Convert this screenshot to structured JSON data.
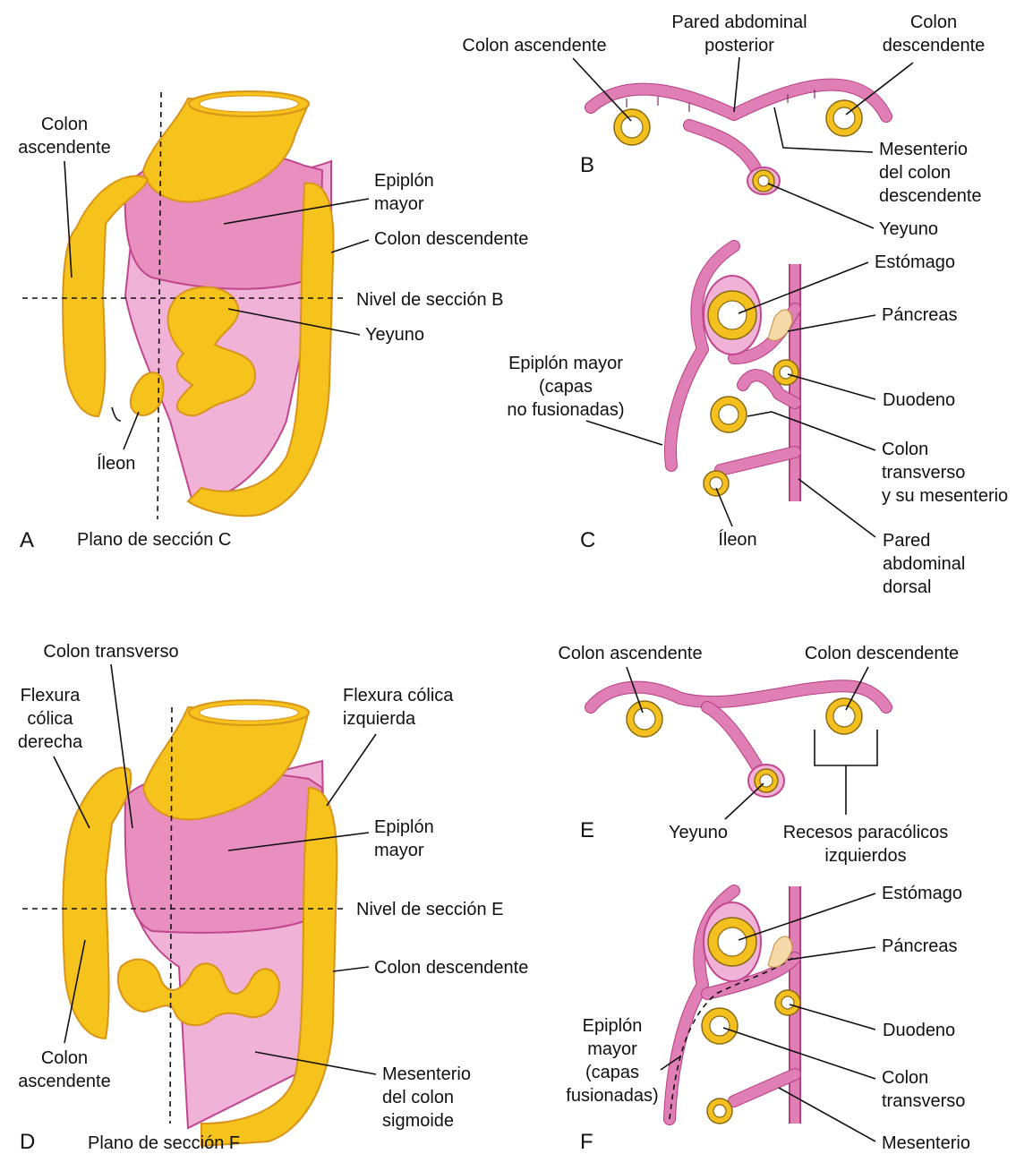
{
  "panels": {
    "A": "A",
    "B": "B",
    "C": "C",
    "D": "D",
    "E": "E",
    "F": "F"
  },
  "panel_a": {
    "colon_ascendente": [
      "Colon",
      "ascendente"
    ],
    "epiplon_mayor": [
      "Epiplón",
      "mayor"
    ],
    "colon_descendente": "Colon descendente",
    "nivel_seccion": "Nivel de sección B",
    "yeyuno": "Yeyuno",
    "ileon": "Íleon",
    "plano_seccion": "Plano de sección C"
  },
  "panel_b": {
    "colon_ascendente": "Colon ascendente",
    "pared_abdominal_posterior": [
      "Pared abdominal",
      "posterior"
    ],
    "colon_descendente": [
      "Colon",
      "descendente"
    ],
    "mesenterio_colon_descendente": [
      "Mesenterio",
      "del colon",
      "descendente"
    ],
    "yeyuno": "Yeyuno"
  },
  "panel_c": {
    "estomago": "Estómago",
    "pancreas": "Páncreas",
    "epiplon_mayor": [
      "Epiplón mayor",
      "(capas",
      "no fusionadas)"
    ],
    "duodeno": "Duodeno",
    "colon_transverso": [
      "Colon",
      "transverso",
      "y su mesenterio"
    ],
    "ileon": "Íleon",
    "pared_abdominal_dorsal": [
      "Pared",
      "abdominal",
      "dorsal"
    ]
  },
  "panel_d": {
    "colon_transverso": "Colon transverso",
    "flexura_derecha": [
      "Flexura",
      "cólica",
      "derecha"
    ],
    "flexura_izquierda": [
      "Flexura cólica",
      "izquierda"
    ],
    "epiplon_mayor": [
      "Epiplón",
      "mayor"
    ],
    "nivel_seccion": "Nivel de sección E",
    "colon_descendente": "Colon descendente",
    "colon_ascendente": [
      "Colon",
      "ascendente"
    ],
    "mesenterio_sigmoide": [
      "Mesenterio",
      "del colon",
      "sigmoide"
    ],
    "plano_seccion": "Plano de sección F"
  },
  "panel_e": {
    "colon_ascendente": "Colon ascendente",
    "colon_descendente": "Colon descendente",
    "yeyuno": "Yeyuno",
    "recesos": [
      "Recesos paracólicos",
      "izquierdos"
    ]
  },
  "panel_f": {
    "estomago": "Estómago",
    "pancreas": "Páncreas",
    "epiplon_mayor": [
      "Epiplón",
      "mayor",
      "(capas",
      "fusionadas)"
    ],
    "duodeno": "Duodeno",
    "colon_transverso": [
      "Colon",
      "transverso"
    ],
    "mesenterio": "Mesenterio"
  },
  "colors": {
    "peritoneum": "#e98fc0",
    "colon": "#f6c21c",
    "pancreas": "#f5d9a8"
  }
}
